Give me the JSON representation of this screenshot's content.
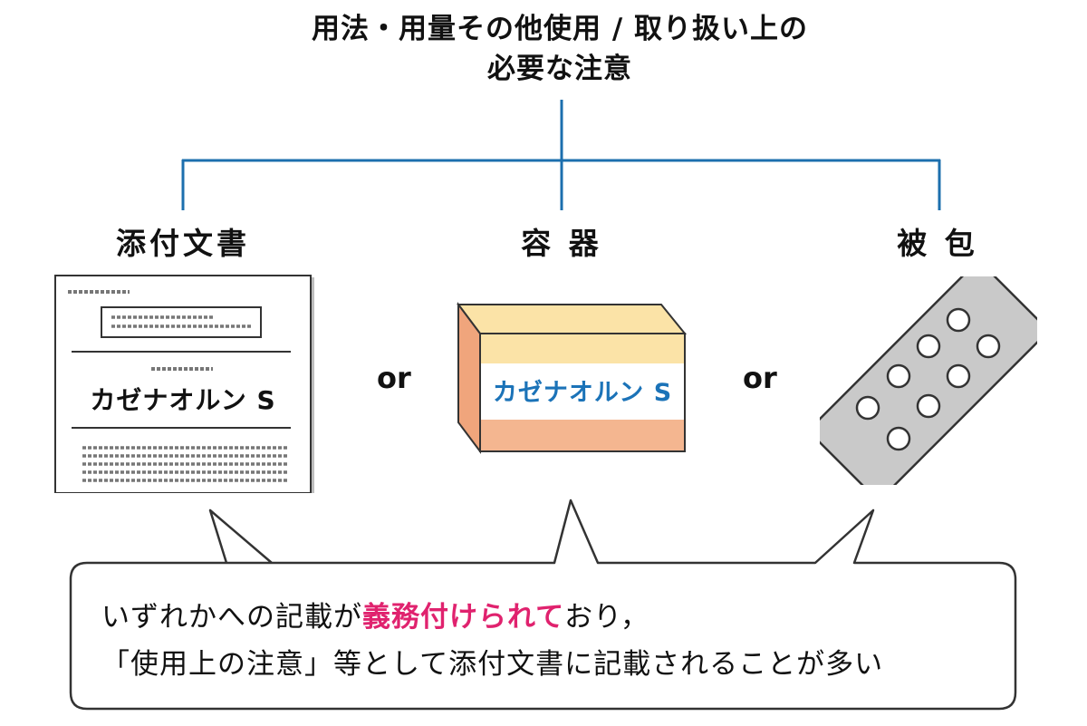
{
  "diagram": {
    "title_line1": "用法・用量その他使用 / 取り扱い上の",
    "title_line2": "必要な注意",
    "branches": [
      {
        "label": "添付文書"
      },
      {
        "label": "容 器"
      },
      {
        "label": "被 包"
      }
    ],
    "connector_or": "or",
    "product_name": "カゼナオルン S",
    "note": {
      "line1_prefix": "いずれかへの記載が",
      "line1_emphasis": "義務付けられて",
      "line1_suffix": "おり，",
      "line2": "「使用上の注意」等として添付文書に記載されることが多い"
    },
    "colors": {
      "tree_line": "#1c6fae",
      "emphasis": "#e0226e",
      "box_top": "#fbe3a7",
      "box_side": "#f0a57c",
      "box_stripe": "#f4b690",
      "product_text_on_box": "#1b73b8",
      "blister": "#c9c9c9"
    }
  }
}
